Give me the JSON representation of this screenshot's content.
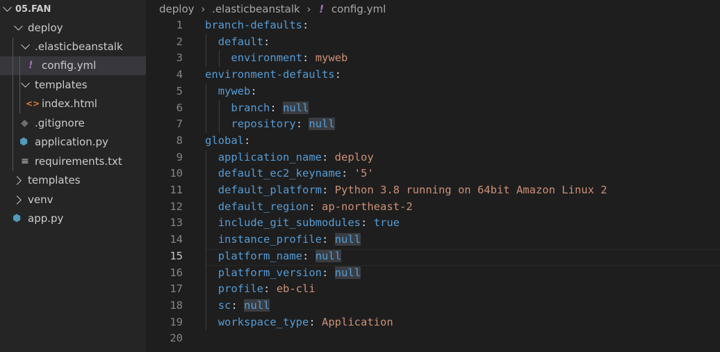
{
  "explorer": {
    "root": "05.FAN",
    "items": [
      {
        "label": "deploy",
        "kind": "folder-open"
      },
      {
        "label": ".elasticbeanstalk",
        "kind": "folder-open"
      },
      {
        "label": "config.yml",
        "kind": "yml"
      },
      {
        "label": "templates",
        "kind": "folder-open"
      },
      {
        "label": "index.html",
        "kind": "html"
      },
      {
        "label": ".gitignore",
        "kind": "git"
      },
      {
        "label": "application.py",
        "kind": "python"
      },
      {
        "label": "requirements.txt",
        "kind": "text"
      },
      {
        "label": "templates",
        "kind": "folder-closed"
      },
      {
        "label": "venv",
        "kind": "folder-closed"
      },
      {
        "label": "app.py",
        "kind": "python"
      }
    ]
  },
  "breadcrumb": {
    "parts": [
      "deploy",
      ".elasticbeanstalk",
      "config.yml"
    ],
    "file_icon": "!"
  },
  "editor": {
    "active_line": 15,
    "lines": [
      {
        "n": "1",
        "key": "branch-defaults",
        "val": "",
        "type": ""
      },
      {
        "n": "2",
        "key": "default",
        "val": "",
        "type": ""
      },
      {
        "n": "3",
        "key": "environment",
        "val": "myweb",
        "type": "str"
      },
      {
        "n": "4",
        "key": "environment-defaults",
        "val": "",
        "type": ""
      },
      {
        "n": "5",
        "key": "myweb",
        "val": "",
        "type": ""
      },
      {
        "n": "6",
        "key": "branch",
        "val": "null",
        "type": "null"
      },
      {
        "n": "7",
        "key": "repository",
        "val": "null",
        "type": "null"
      },
      {
        "n": "8",
        "key": "global",
        "val": "",
        "type": ""
      },
      {
        "n": "9",
        "key": "application_name",
        "val": "deploy",
        "type": "str"
      },
      {
        "n": "10",
        "key": "default_ec2_keyname",
        "val": "'5'",
        "type": "str"
      },
      {
        "n": "11",
        "key": "default_platform",
        "val": "Python 3.8 running on 64bit Amazon Linux 2",
        "type": "str"
      },
      {
        "n": "12",
        "key": "default_region",
        "val": "ap-northeast-2",
        "type": "str"
      },
      {
        "n": "13",
        "key": "include_git_submodules",
        "val": "true",
        "type": "bool"
      },
      {
        "n": "14",
        "key": "instance_profile",
        "val": "null",
        "type": "null"
      },
      {
        "n": "15",
        "key": "platform_name",
        "val": "null",
        "type": "null"
      },
      {
        "n": "16",
        "key": "platform_version",
        "val": "null",
        "type": "null"
      },
      {
        "n": "17",
        "key": "profile",
        "val": "eb-cli",
        "type": "str"
      },
      {
        "n": "18",
        "key": "sc",
        "val": "null",
        "type": "null"
      },
      {
        "n": "19",
        "key": "workspace_type",
        "val": "Application",
        "type": "str"
      },
      {
        "n": "20",
        "key": "",
        "val": "",
        "type": ""
      }
    ]
  },
  "colors": {
    "key": "#569cd6",
    "string": "#ce9178",
    "null_bg": "#3a3d41",
    "yml_icon": "#a074c4",
    "python_icon": "#519aba",
    "html_icon": "#e37933"
  }
}
